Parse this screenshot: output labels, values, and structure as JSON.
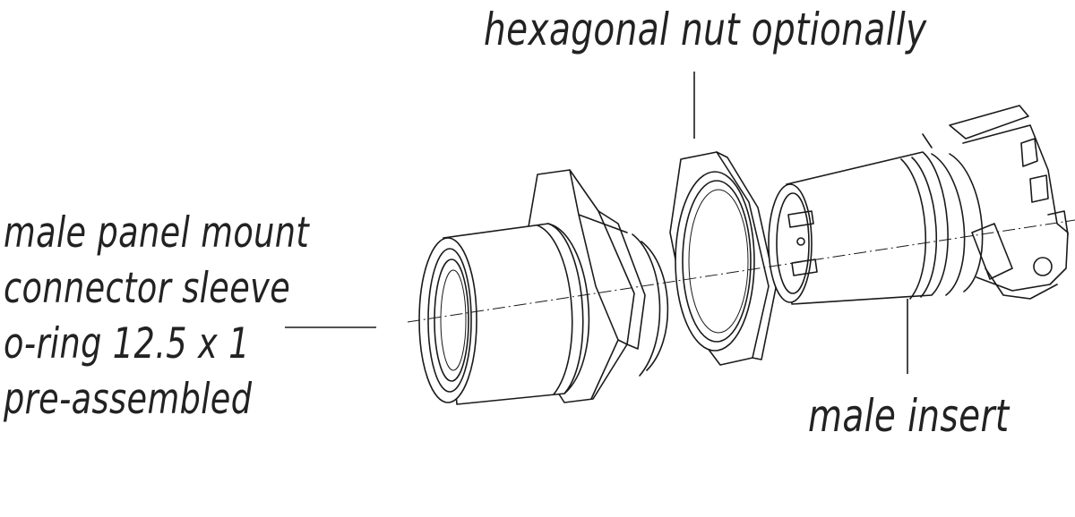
{
  "labels": {
    "sleeve": {
      "lines": [
        "male panel mount",
        "connector sleeve",
        "o-ring 12.5 x 1",
        "pre-assembled"
      ]
    },
    "nut": "hexagonal nut optionally",
    "insert": "male insert"
  },
  "colors": {
    "line": "#1a1a1a",
    "text": "#222222",
    "background": "#ffffff"
  }
}
